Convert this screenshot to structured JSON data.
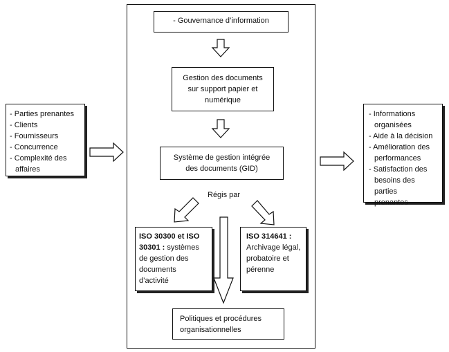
{
  "left_box": {
    "items": [
      "Parties prenantes",
      "Clients",
      "Fournisseurs",
      "Concurrence",
      "Complexité des affaires"
    ]
  },
  "governance": {
    "label": "- Gouvernance d’information"
  },
  "gestion_docs": {
    "lines": [
      "Gestion des documents",
      "sur support papier et",
      "numérique"
    ]
  },
  "gid": {
    "lines": [
      "Système de gestion intégrée",
      "des documents (GID)"
    ]
  },
  "regis_par": "Régis par",
  "iso_left": {
    "bold_line1": "ISO 30300 et ISO",
    "bold_line2_code": "30301 :",
    "rest_line2": " systèmes",
    "lines": [
      "de gestion des",
      "documents",
      "d’activité"
    ]
  },
  "iso_right": {
    "bold": "ISO 314641 :",
    "lines": [
      "Archivage légal,",
      "probatoire et",
      "pérenne"
    ]
  },
  "politiques": {
    "lines": [
      "Politiques et procédures",
      "organisationnelles"
    ]
  },
  "right_box": {
    "items": [
      [
        "Informations",
        "organisées"
      ],
      [
        "Aide à la décision"
      ],
      [
        "Amélioration des",
        "performances"
      ],
      [
        "Satisfaction des",
        "besoins des parties",
        "prenantes"
      ]
    ]
  }
}
